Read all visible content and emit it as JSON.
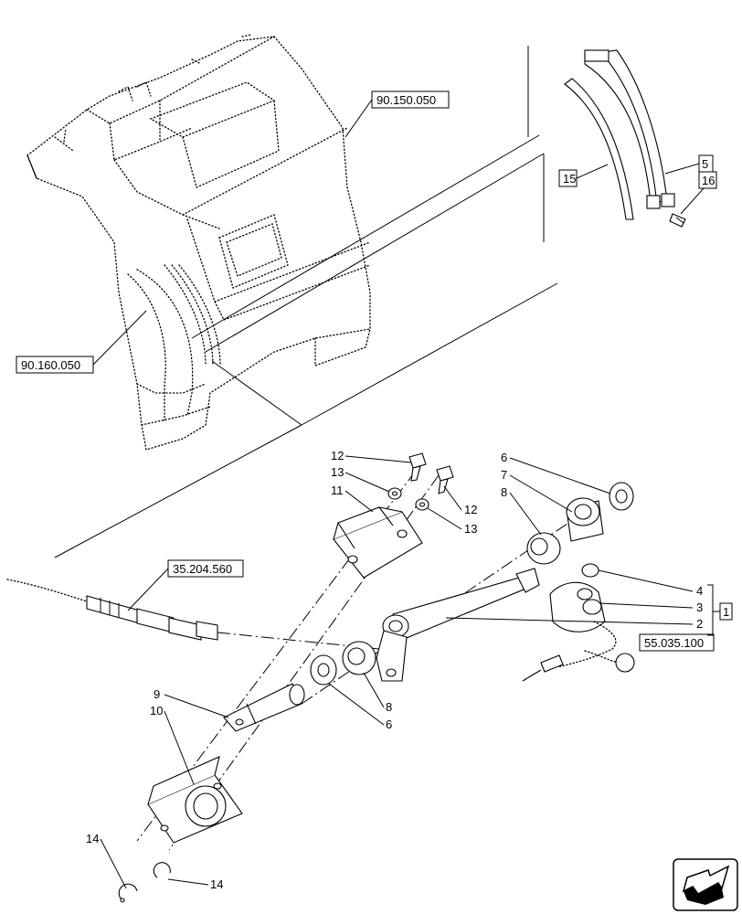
{
  "references": {
    "cab": "90.150.050",
    "fender": "90.160.050",
    "cable": "35.204.560",
    "harness": "55.035.100"
  },
  "callouts": {
    "c1": "1",
    "c2": "2",
    "c3": "3",
    "c4": "4",
    "c5": "5",
    "c6a": "6",
    "c6b": "6",
    "c7": "7",
    "c8a": "8",
    "c8b": "8",
    "c9": "9",
    "c10": "10",
    "c11": "11",
    "c12a": "12",
    "c12b": "12",
    "c13a": "13",
    "c13b": "13",
    "c14a": "14",
    "c14b": "14",
    "c15": "15",
    "c16": "16"
  },
  "navigation": {
    "icon": "next-page-arrow-icon"
  },
  "colors": {
    "line": "#000000",
    "background": "#ffffff"
  }
}
